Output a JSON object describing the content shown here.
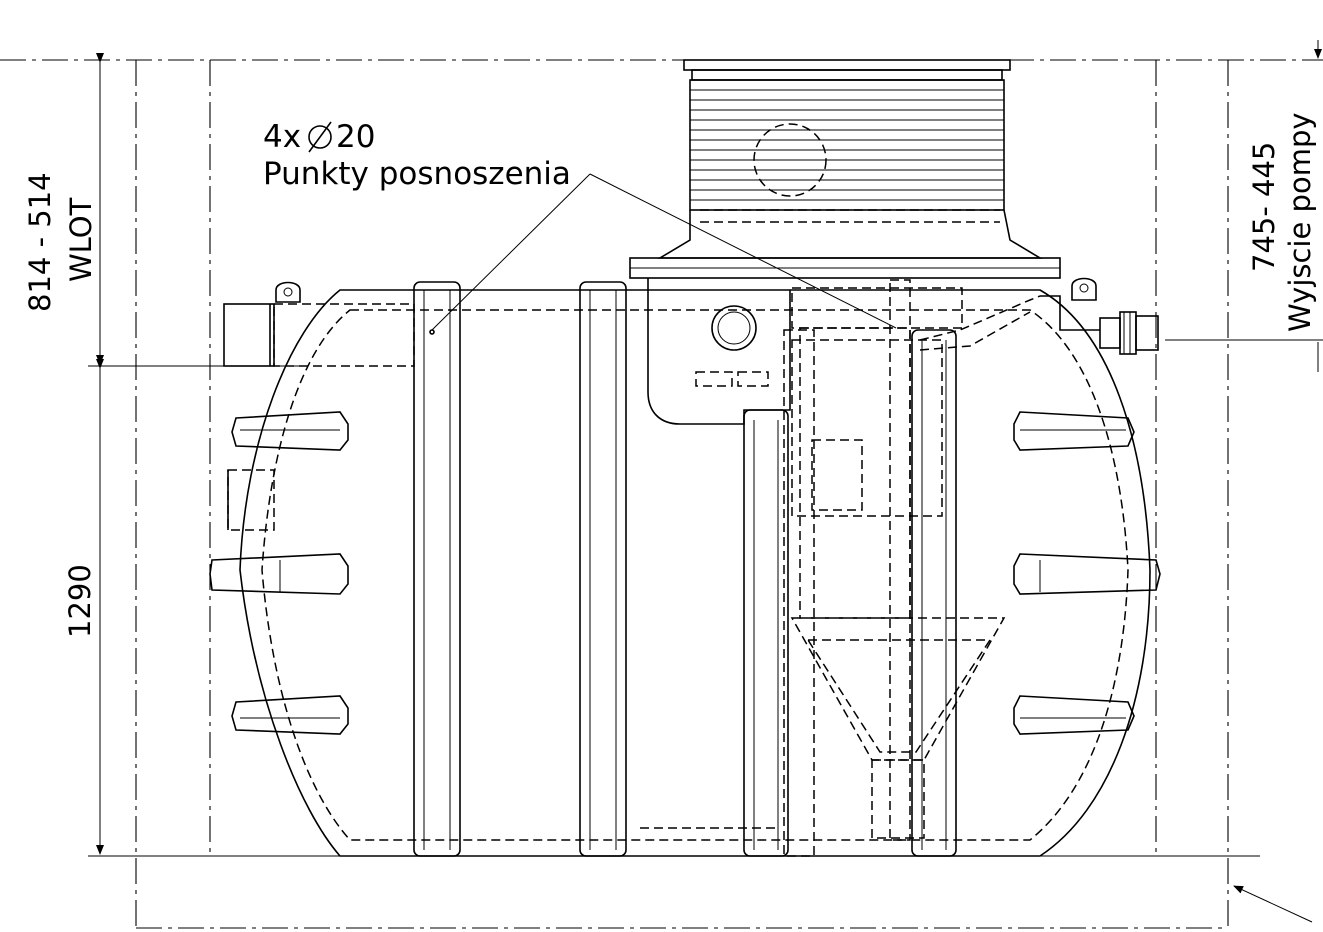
{
  "colors": {
    "ink": "#000000",
    "background": "#ffffff"
  },
  "labels": {
    "lift_points_qty": "4x",
    "lift_points_diameter": "20",
    "lift_points_text": "Punkty posnoszenia",
    "inlet_dim": "814 - 514",
    "inlet_text": "WLOT",
    "height_dim": "1290",
    "outlet_dim": "745- 445",
    "outlet_text": "Wyjscie pompy"
  },
  "icons": {
    "diameter": "diameter-symbol-icon"
  }
}
